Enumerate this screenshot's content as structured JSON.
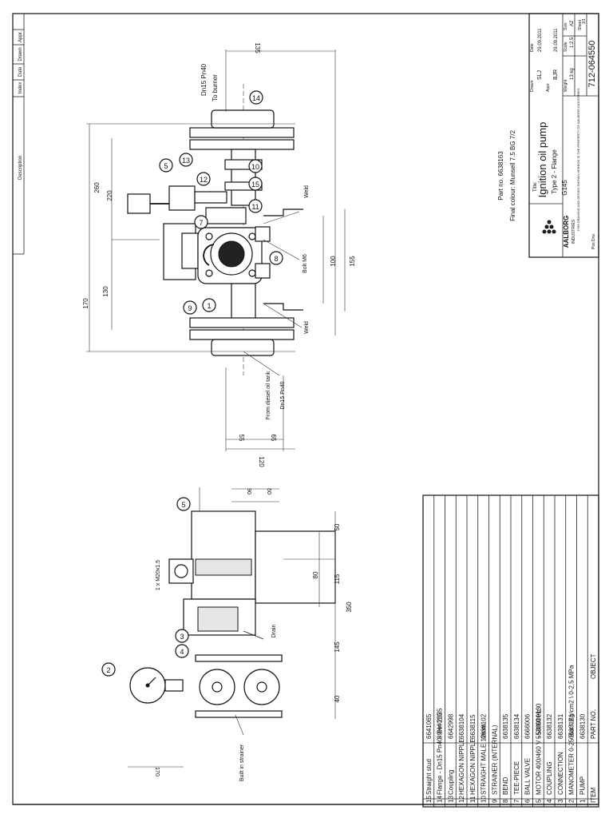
{
  "revision_header": [
    "Description",
    "Index",
    "Date",
    "Drawn",
    "Appr."
  ],
  "dims_right": [
    "135",
    "260",
    "220",
    "130",
    "170",
    "155",
    "100",
    "120",
    "55",
    "65"
  ],
  "dims_left": [
    "90",
    "60",
    "50",
    "115",
    "80",
    "350",
    "145",
    "40",
    "170"
  ],
  "callouts": [
    "14",
    "13",
    "5",
    "12",
    "10",
    "15",
    "11",
    "7",
    "8",
    "9",
    "1",
    "5",
    "2",
    "4",
    "3"
  ],
  "notes": {
    "dn15_top": "Dn15 Pn40",
    "to_burner": "To burner",
    "weld_top": "Weld",
    "bolt": "Bolt M6",
    "weld_bottom": "Weld",
    "from_tank": "From diesel oil tank",
    "dn15_bottom": "Dn15 Pn40",
    "thread": "1 x M20x1.5",
    "drain": "Drain",
    "built_in": "Built in strainer"
  },
  "part_info": {
    "part_no": "Part no. 6638163",
    "final_colour": "Final colour: Munsell 7.5 BG 7/2"
  },
  "title_block": {
    "title_caption": "Title:",
    "title": "Ignition oil pump",
    "subtitle": "Type 2 - Flange",
    "code": "G145",
    "company1": "AALBORG",
    "company2": "INDUSTRIES",
    "drawing_no": "712-064550",
    "drawn_label": "Drawn",
    "drawn_by": "SLJ",
    "drawn_date": "29.09.2011",
    "appr_label": "Appr.",
    "appr_by": "BJR",
    "appr_date": "29.09.2011",
    "weight_label": "Weight",
    "weight": "13 kg",
    "scale_label": "Scale",
    "scale": "1:2.5",
    "size_label": "Size",
    "size": "A2",
    "date_label": "Date",
    "sheet_label": "Sheet",
    "sheet": "1/1",
    "pos_drw": "Pos Drw:",
    "fine_print": "THIS DRAWING AND DESIGN SHOWN HEREON IS THE PROPERTY OF AALBORG INDUSTRIES"
  },
  "parts_list": {
    "header": [
      "ITEM",
      "OBJECT",
      "PART NO."
    ],
    "rows": [
      [
        "15",
        "Straight stud",
        "6641065"
      ],
      [
        "14",
        "Flange - Dn15 Pn40- Din 2635",
        "89H4016"
      ],
      [
        "13",
        "Coupling",
        "6642998"
      ],
      [
        "12",
        "HEXAGON NIPPLE",
        "6638104"
      ],
      [
        "11",
        "HEXAGON NIPPLE",
        "6638115"
      ],
      [
        "10",
        "STRAIGHT MALE 12mm",
        "6638102"
      ],
      [
        "9",
        "STRAINER (INTERNAL)",
        ""
      ],
      [
        "8",
        "BEND",
        "6638135"
      ],
      [
        "7",
        "TEE-PIECE",
        "6638134"
      ],
      [
        "6",
        "BALL VALVE",
        "6666006"
      ],
      [
        "5",
        "MOTOR 400/460 V - 50/60 Hz",
        "5530000130"
      ],
      [
        "4",
        "COUPLING",
        "6638132"
      ],
      [
        "3",
        "CONNECTION",
        "6638131"
      ],
      [
        "2",
        "MANOMETER 0-25 Bar \\ Kg/cm2 \\ 0-2,5 MPa",
        "6633121"
      ],
      [
        "1",
        "PUMP",
        "6638130"
      ]
    ]
  }
}
